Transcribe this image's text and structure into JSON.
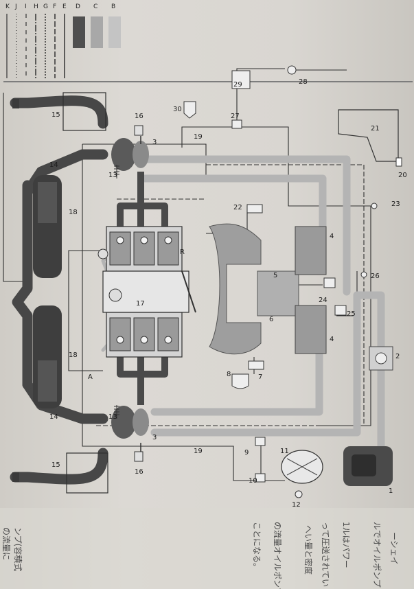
{
  "legend": [
    "B",
    "C",
    "D",
    "E",
    "F",
    "G",
    "H",
    "I",
    "J",
    "K"
  ],
  "labels": {
    "n1": "1",
    "n2": "2",
    "n3": "3",
    "n4": "4",
    "n5": "5",
    "n6": "6",
    "n7": "7",
    "n8": "8",
    "n9": "9",
    "n10": "10",
    "n11": "11",
    "n12": "12",
    "n13": "13",
    "n14": "14",
    "n15": "15",
    "n16": "16",
    "n17": "17",
    "n18": "18",
    "n19": "19",
    "n20": "20",
    "n21": "21",
    "n22": "22",
    "n23": "23",
    "n24": "24",
    "n25": "25",
    "n26": "26",
    "n27": "27",
    "n28": "28",
    "n29": "29",
    "n30": "30",
    "a": "A",
    "r": "R"
  },
  "text_lines": [
    "ーシェイ",
    "ルでオイルポンプ",
    "1ルはパワー",
    "って圧送されてい",
    "へい量と密度",
    "の流量オイルポンプ",
    "ことになる。"
  ],
  "text_margin": [
    "ンプ(容積式",
    "の流量に"
  ],
  "colors": {
    "dark_pipe": "#4a4a4a",
    "light_pipe": "#b9b9b9",
    "mid_gray": "#8e8e8e",
    "line": "#2b2b2b"
  }
}
